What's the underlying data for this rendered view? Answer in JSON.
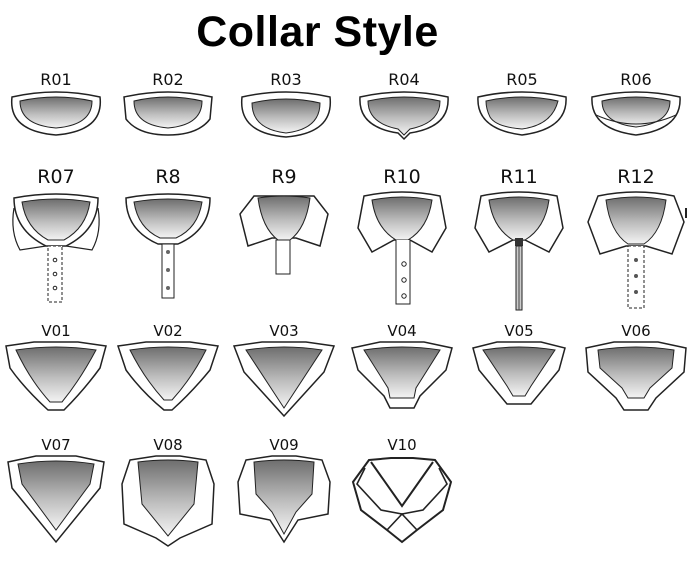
{
  "page": {
    "title": "Collar Style"
  },
  "rows": [
    {
      "styles": [
        {
          "code": "R01",
          "kind": "round"
        },
        {
          "code": "R02",
          "kind": "round"
        },
        {
          "code": "R03",
          "kind": "round"
        },
        {
          "code": "R04",
          "kind": "round"
        },
        {
          "code": "R05",
          "kind": "round"
        },
        {
          "code": "R06",
          "kind": "round"
        }
      ]
    },
    {
      "styles": [
        {
          "code": "R07",
          "kind": "polo"
        },
        {
          "code": "R8",
          "kind": "polo"
        },
        {
          "code": "R9",
          "kind": "polo"
        },
        {
          "code": "R10",
          "kind": "polo"
        },
        {
          "code": "R11",
          "kind": "polo-zip"
        },
        {
          "code": "R12",
          "kind": "polo"
        }
      ]
    },
    {
      "styles": [
        {
          "code": "V01",
          "kind": "vneck"
        },
        {
          "code": "V02",
          "kind": "vneck"
        },
        {
          "code": "V03",
          "kind": "vneck"
        },
        {
          "code": "V04",
          "kind": "vneck"
        },
        {
          "code": "V05",
          "kind": "vneck"
        },
        {
          "code": "V06",
          "kind": "vneck"
        }
      ]
    },
    {
      "styles": [
        {
          "code": "V07",
          "kind": "vneck"
        },
        {
          "code": "V08",
          "kind": "vneck-flat"
        },
        {
          "code": "V09",
          "kind": "vneck-flat"
        },
        {
          "code": "V10",
          "kind": "vneck-outline"
        }
      ]
    }
  ],
  "colors": {
    "ink": "#222222",
    "fill_dark": "#8a8a8a",
    "fill_light": "#f2f2f2"
  }
}
